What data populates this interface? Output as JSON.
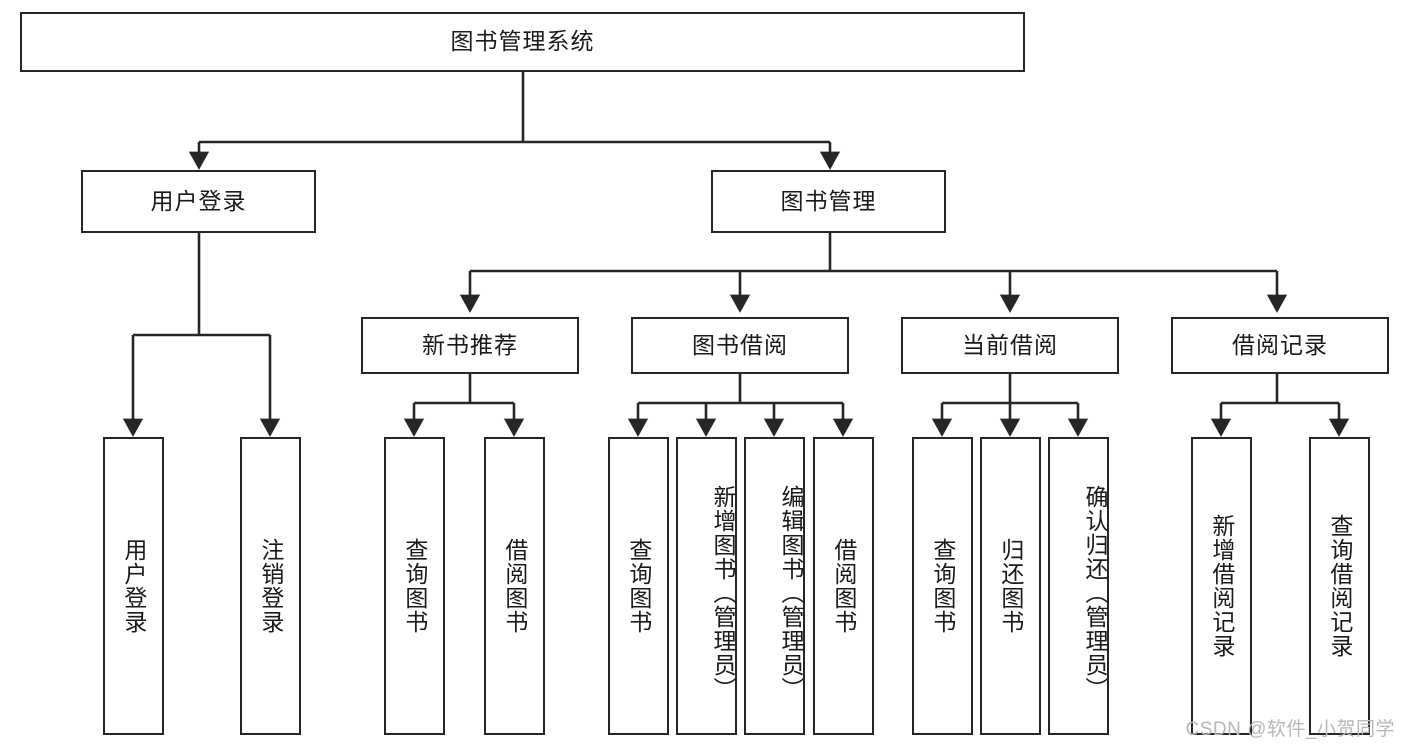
{
  "diagram": {
    "type": "tree",
    "title_node": {
      "label": "图书管理系统"
    },
    "level2": [
      {
        "label": "用户登录"
      },
      {
        "label": "图书管理"
      }
    ],
    "level3": [
      {
        "label": "新书推荐"
      },
      {
        "label": "图书借阅"
      },
      {
        "label": "当前借阅"
      },
      {
        "label": "借阅记录"
      }
    ],
    "leaves": {
      "user_login": [
        {
          "label": "用户登录"
        },
        {
          "label": "注销登录"
        }
      ],
      "new_book_recommend": [
        {
          "label": "查询图书"
        },
        {
          "label": "借阅图书"
        }
      ],
      "book_borrow": [
        {
          "label": "查询图书"
        },
        {
          "label": "新增图书（管理员）"
        },
        {
          "label": "编辑图书（管理员）"
        },
        {
          "label": "借阅图书"
        }
      ],
      "current_borrow": [
        {
          "label": "查询图书"
        },
        {
          "label": "归还图书"
        },
        {
          "label": "确认归还（管理员）"
        }
      ],
      "borrow_record": [
        {
          "label": "新增借阅记录"
        },
        {
          "label": "查询借阅记录"
        }
      ]
    }
  },
  "watermark": {
    "text": "CSDN @软件_小贺同学"
  },
  "colors": {
    "border": "#262626",
    "text": "#1a1a1a",
    "background": "#ffffff",
    "watermark": "#b8b8b8"
  }
}
